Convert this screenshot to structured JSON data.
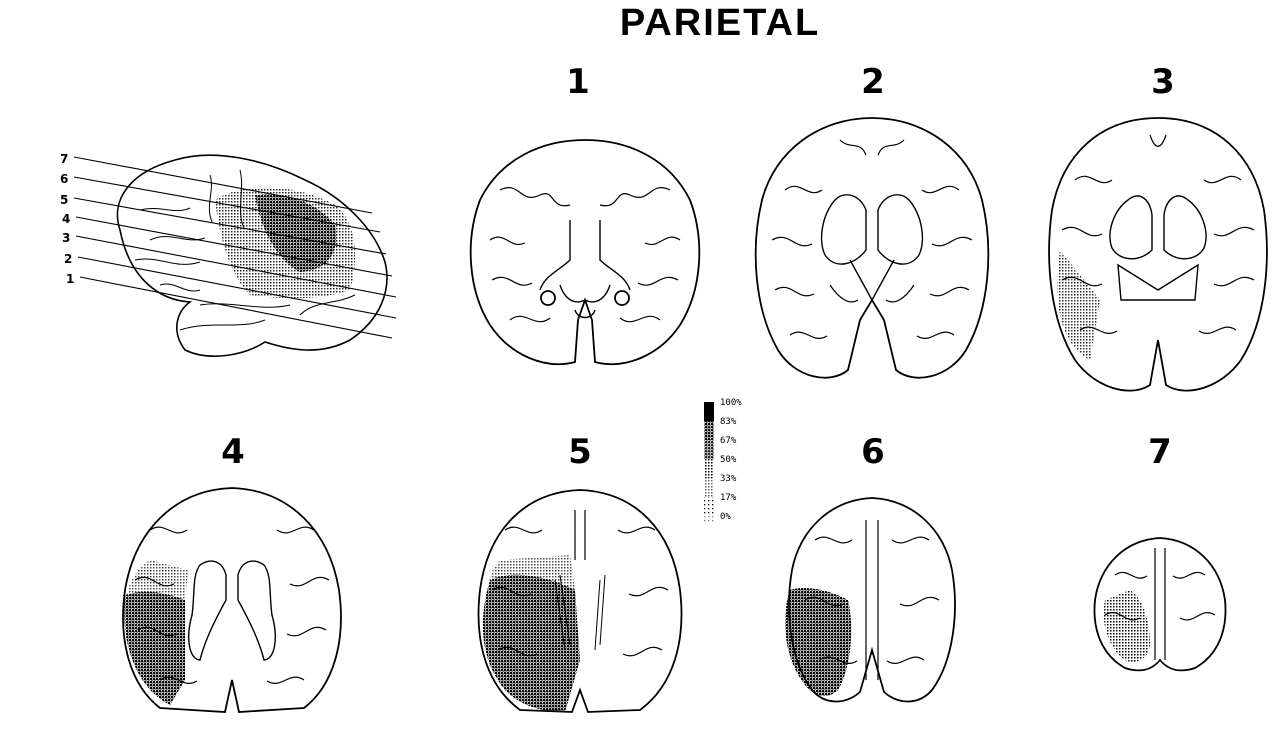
{
  "title": "PARIETAL",
  "slices": [
    {
      "label": "1",
      "lesion": 0
    },
    {
      "label": "2",
      "lesion": 0
    },
    {
      "label": "3",
      "lesion": 0.35
    },
    {
      "label": "4",
      "lesion": 0.7
    },
    {
      "label": "5",
      "lesion": 1.0
    },
    {
      "label": "6",
      "lesion": 1.0
    },
    {
      "label": "7",
      "lesion": 0.5
    }
  ],
  "lateral_view": {
    "line_labels": [
      "7",
      "6",
      "5",
      "4",
      "3",
      "2",
      "1"
    ]
  },
  "legend": {
    "labels": [
      "100%",
      "83%",
      "67%",
      "50%",
      "33%",
      "17%",
      "0%"
    ]
  },
  "colors": {
    "ink": "#000000",
    "background": "#ffffff"
  }
}
